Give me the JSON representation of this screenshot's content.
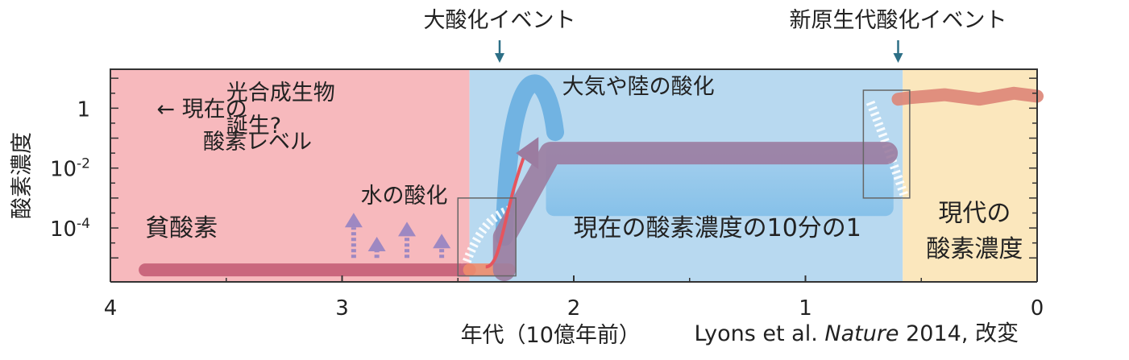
{
  "chart_data": {
    "type": "line",
    "xlim": [
      4,
      0
    ],
    "y_log_range": [
      -5.8,
      1.3
    ],
    "xticks": [
      {
        "v": 4,
        "label": "4"
      },
      {
        "v": 3,
        "label": "3"
      },
      {
        "v": 2,
        "label": "2"
      },
      {
        "v": 1,
        "label": "1"
      },
      {
        "v": 0,
        "label": "0"
      }
    ],
    "yticks": [
      {
        "v": 0,
        "label": "1"
      },
      {
        "v": -2,
        "label": "10",
        "sup": "-2"
      },
      {
        "v": -4,
        "label": "10",
        "sup": "-4"
      }
    ],
    "xlabel": "年代（10億年前）",
    "ylabel": "酸素濃度",
    "source": {
      "prefix": "Lyons et al. ",
      "journal": "Nature",
      "suffix": " 2014, 改変"
    },
    "regions": [
      {
        "x0": 4,
        "x1": 2.45,
        "color": "#f7b9bd",
        "label": "貧酸素",
        "label_color": "#e0323c"
      },
      {
        "x0": 2.45,
        "x1": 0.58,
        "color": "#b8d9f0",
        "label": "現在の酸素濃度の10分の1",
        "label_color": "#3a8fd0"
      },
      {
        "x0": 0.58,
        "x1": 0,
        "color": "#fbe7bd",
        "label": "現代の酸素濃度",
        "label_color": "#f08a4b"
      }
    ],
    "events": [
      {
        "x": 2.32,
        "label": "大酸化イベント"
      },
      {
        "x": 0.6,
        "label": "新原生代酸化イベント"
      }
    ],
    "annotations": [
      {
        "text": "← 現在の",
        "x": 3.8,
        "y": 0.0
      },
      {
        "text": "酸素レベル",
        "x": 3.6,
        "y": -1.1
      },
      {
        "text": "光合成生物",
        "x": 3.5,
        "y": 0.55
      },
      {
        "text": "誕生?",
        "x": 3.5,
        "y": -0.55
      },
      {
        "text": "水の酸化",
        "x": 2.92,
        "y": -2.9
      },
      {
        "text": "大気や陸の酸化",
        "x": 2.05,
        "y": 0.75
      }
    ],
    "series": [
      {
        "x": [
          3.85,
          2.45
        ],
        "y": [
          -5.4,
          -5.4
        ],
        "color": "#c45e75"
      },
      {
        "x": [
          2.45,
          2.28
        ],
        "y": [
          -5.4,
          -5.4
        ],
        "color": "#ee8c6c"
      },
      {
        "x": [
          2.3,
          2.3,
          2.1,
          0.65
        ],
        "y": [
          -5.4,
          -4.3,
          -1.5,
          -1.5
        ],
        "color": "#9b7ca0"
      },
      {
        "x": [
          0.6,
          0.55,
          0.4,
          0.25,
          0.1,
          0.0
        ],
        "y": [
          0.3,
          0.35,
          0.45,
          0.3,
          0.5,
          0.4
        ],
        "color": "#dd8577"
      }
    ],
    "rise_arrows": [
      {
        "x": 2.95,
        "y0": -5.0,
        "y1": -3.6
      },
      {
        "x": 2.85,
        "y0": -5.0,
        "y1": -4.4
      },
      {
        "x": 2.72,
        "y0": -5.0,
        "y1": -3.9
      },
      {
        "x": 2.57,
        "y0": -5.0,
        "y1": -4.3
      }
    ],
    "inset_boxes": [
      {
        "x0": 2.5,
        "x1": 2.25,
        "y0": -5.6,
        "y1": -3.0
      },
      {
        "x0": 0.75,
        "x1": 0.55,
        "y0": -3.0,
        "y1": 0.6
      }
    ]
  }
}
